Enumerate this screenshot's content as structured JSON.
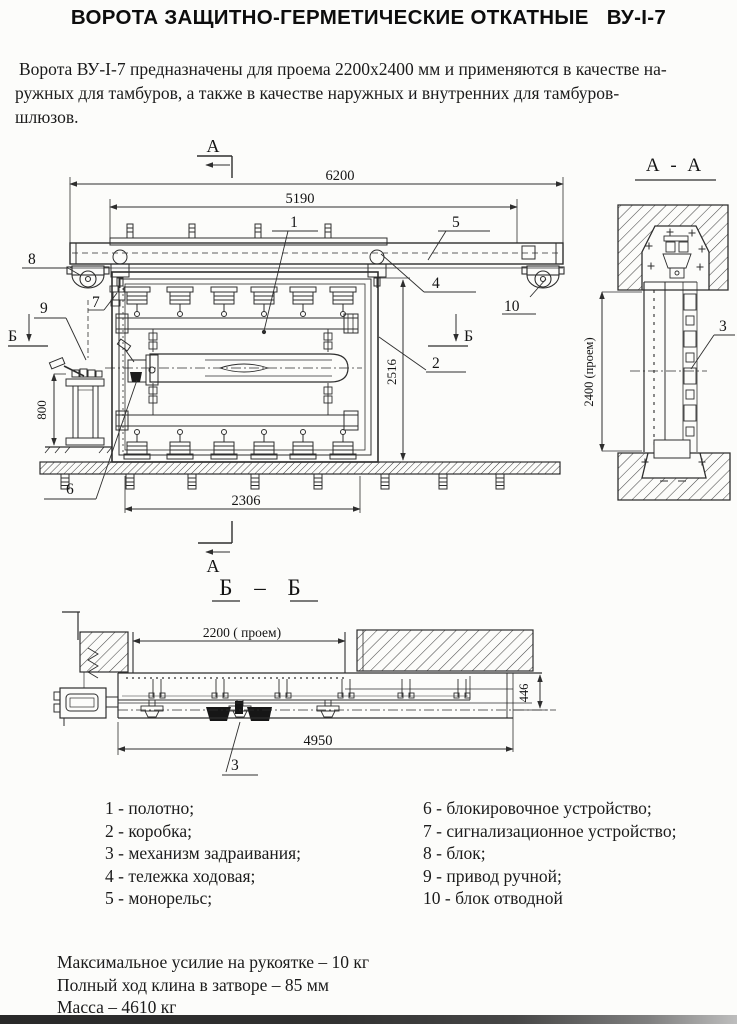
{
  "page": {
    "title": "ВОРОТА ЗАЩИТНО-ГЕРМЕТИЧЕСКИЕ ОТКАТНЫЕ   ВУ-I-7",
    "intro": "Ворота ВУ-I-7 предназначены для проема 2200х2400 мм и применяются в качестве на-\nружных для тамбуров, а также в качестве наружных и внутренних для тамбуров-\nшлюзов."
  },
  "drawing": {
    "main_view": {
      "section_letter": "А",
      "plane_letter": "Б",
      "dims": {
        "overall_length": "6200",
        "monorail_length": "5190",
        "door_height": "2516",
        "leaf_width": "2306",
        "drive_height": "800"
      },
      "callouts": {
        "c1": "1",
        "c2": "2",
        "c4": "4",
        "c5": "5",
        "c6": "6",
        "c7": "7",
        "c8": "8",
        "c9": "9",
        "c10": "10"
      }
    },
    "section_aa": {
      "title": "А - А",
      "dim_opening_height": "2400 (проем)",
      "callout_3": "3"
    },
    "section_bb": {
      "title": "Б – Б",
      "dim_opening_width": "2200 ( проем)",
      "dim_total_length": "4950",
      "dim_thickness": "446",
      "callout_3": "3"
    }
  },
  "legend": {
    "left": [
      "1 - полотно;",
      "2 - коробка;",
      "3 - механизм задраивания;",
      "4 - тележка ходовая;",
      "5 - монорельс;"
    ],
    "right": [
      "6 - блокировочное устройство;",
      "7 - сигнализационное устройство;",
      "8 - блок;",
      "9 - привод ручной;",
      "10 - блок отводной"
    ]
  },
  "specs": [
    "Максимальное усилие на рукоятке – 10 кг",
    "Полный ход клина в затворе – 85 мм",
    "Масса – 4610 кг"
  ]
}
